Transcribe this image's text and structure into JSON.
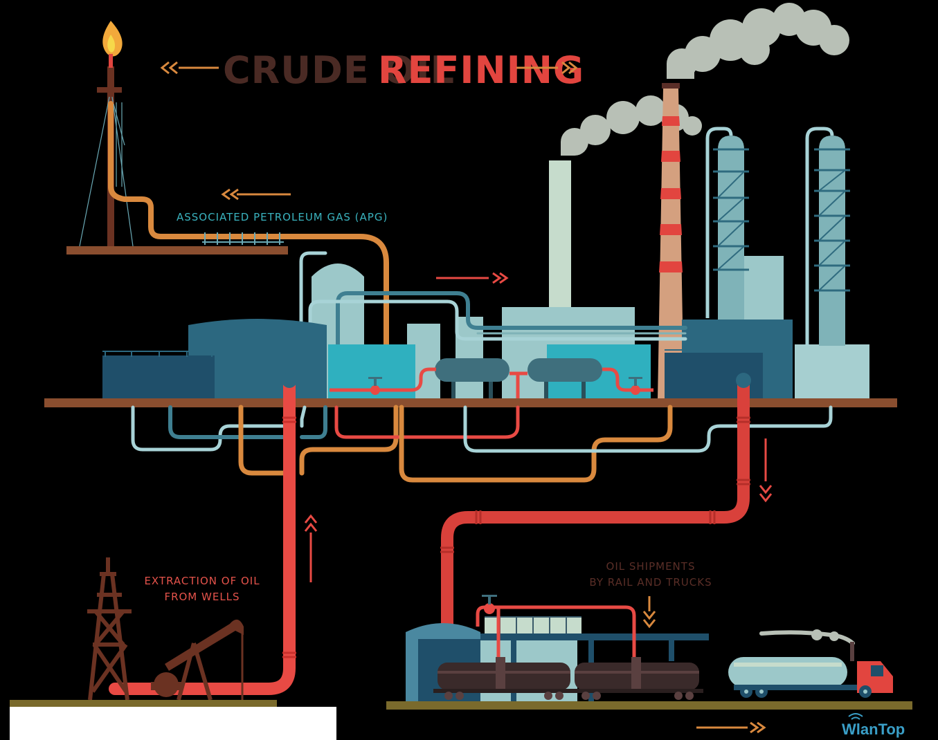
{
  "title": {
    "part1": "CRUDE OIL",
    "part2": "REFINING"
  },
  "labels": {
    "apg": "ASSOCIATED PETROLEUM GAS (APG)",
    "extraction_line1": "EXTRACTION OF OIL",
    "extraction_line2": "FROM WELLS",
    "shipments_line1": "OIL SHIPMENTS",
    "shipments_line2": "BY RAIL AND TRUCKS"
  },
  "watermark": "WlanTop",
  "colors": {
    "background": "#000000",
    "title_dark": "#4a2a24",
    "accent_red": "#e2453f",
    "teal_text": "#3ab3bf",
    "pipe_orange": "#d9893e",
    "pipe_red": "#e84a44",
    "pipe_teal": "#3f7f91",
    "pipe_light": "#a8d3d7",
    "ground_brown": "#8a4e2f",
    "tank_dark": "#1f4f6a",
    "tank_mid": "#2c6880",
    "tank_cyan": "#2fb0bf",
    "building_light": "#9cc8c9",
    "smoke": "#b8c0b6"
  }
}
